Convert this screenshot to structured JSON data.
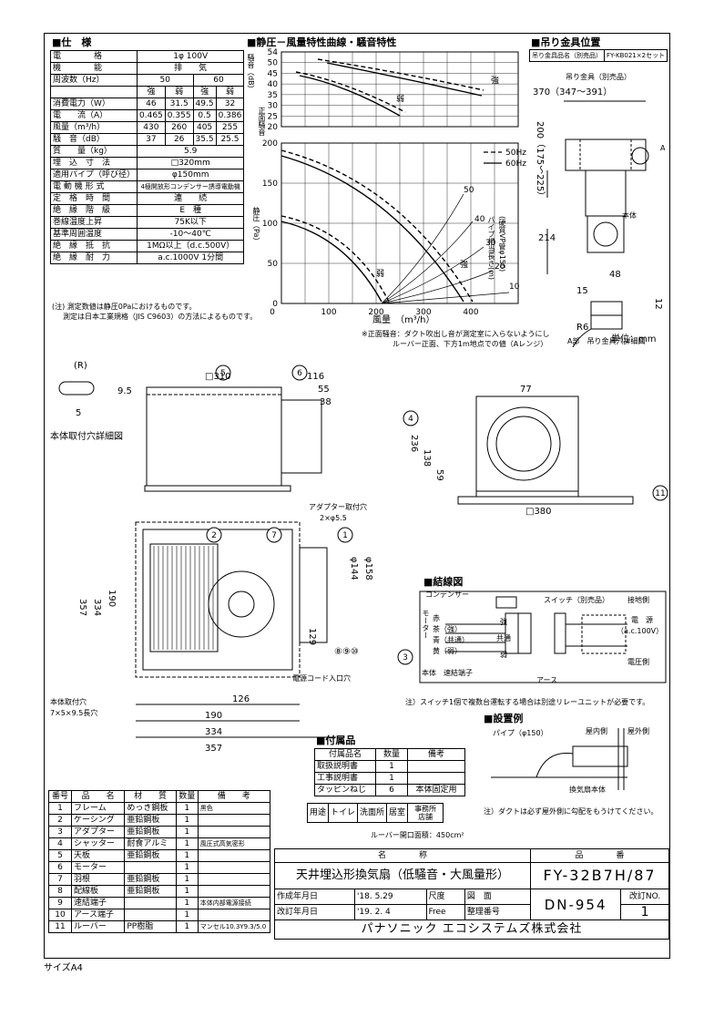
{
  "spec": {
    "heading": "■仕　様",
    "rows": [
      {
        "label": "電　　　　格",
        "values": [
          "1φ 100V"
        ]
      },
      {
        "label": "機　　　　能",
        "values": [
          "排　　気"
        ]
      },
      {
        "label": "周波数（Hz）",
        "values": [
          "50",
          "60"
        ]
      },
      {
        "label": "",
        "values": [
          "強",
          "弱",
          "強",
          "弱"
        ]
      },
      {
        "label": "消費電力（W）",
        "values": [
          "46",
          "31.5",
          "49.5",
          "32"
        ]
      },
      {
        "label": "電　　流（A）",
        "values": [
          "0.465",
          "0.355",
          "0.5",
          "0.386"
        ]
      },
      {
        "label": "風量（m³/h）",
        "values": [
          "430",
          "260",
          "405",
          "255"
        ]
      },
      {
        "label": "騒　音（dB）",
        "values": [
          "37",
          "26",
          "35.5",
          "25.5"
        ]
      },
      {
        "label": "質　　量（kg）",
        "values": [
          "5.9"
        ]
      },
      {
        "label": "埋　込　寸　法",
        "values": [
          "□320mm"
        ]
      },
      {
        "label": "適用パイプ（呼び径）",
        "values": [
          "φ150mm"
        ]
      },
      {
        "label": "電 動 機 形 式",
        "values": [
          "4極開放形コンデンサー誘導電動機"
        ]
      },
      {
        "label": "定　格　時　間",
        "values": [
          "連　　続"
        ]
      },
      {
        "label": "絶　縁　階　級",
        "values": [
          "E　種"
        ]
      },
      {
        "label": "巻線温度上昇",
        "values": [
          "75K以下"
        ]
      },
      {
        "label": "基準周囲温度",
        "values": [
          "-10～40℃"
        ]
      },
      {
        "label": "絶　縁　抵　抗",
        "values": [
          "1MΩ以上（d.c.500V）"
        ]
      },
      {
        "label": "絶　縁　耐　力",
        "values": [
          "a.c.1000V 1分間"
        ]
      }
    ],
    "note1": "(注) 測定数値は静圧0Paにおけるものです。",
    "note2": "測定は日本工業規格（JIS C9603）の方法によるものです。"
  },
  "chart": {
    "heading": "■静圧－風量特性曲線・騒音特性",
    "noise_label": "騒音（dB）",
    "noise_axis_label": "正面騒音",
    "noise_ticks": [
      "54",
      "50",
      "45",
      "40",
      "35",
      "30",
      "25",
      "20"
    ],
    "pressure_label": "静圧（Pa）",
    "pressure_ticks": [
      "200",
      "150",
      "100",
      "50",
      "0"
    ],
    "x_ticks": [
      "0",
      "100",
      "200",
      "300",
      "400"
    ],
    "x_label": "風量　（m³/h）",
    "strong_label": "強",
    "weak_label": "弱",
    "strong_label2": "強",
    "weak_label2": "弱",
    "legend_50": "50Hz",
    "legend_60": "60Hz",
    "pipe_label": "パイプ相当長さ(m)",
    "pipe_sub": "(硬質VP管φ150)",
    "pipe_lengths": [
      "50",
      "40",
      "30",
      "20",
      "10"
    ],
    "note1": "※正面騒音：ダクト吹出し音が測定室に入らないようにし",
    "note2": "ルーバー正面、下方1m地点での値（Aレンジ）",
    "unit": "単位：mm"
  },
  "hanger": {
    "heading": "■吊り金具位置",
    "box_left": "吊り金具品名（別売品）",
    "box_right": "FY-KB021×2セット",
    "label": "吊り金具（別売品）",
    "dim_top": "370（347～391）",
    "dim_side": "200（175～225）",
    "body": "本体",
    "mark_a": "A",
    "dim_214": "214",
    "dim_48": "48",
    "dim_15": "15",
    "dim_12": "12",
    "r6": "R6",
    "caption": "A部　吊り金具穴詳細図"
  },
  "views": {
    "hole_detail": "本体取付穴詳細図",
    "r_label": "(R)",
    "dim_95": "9.5",
    "dim_5": "5",
    "dim_310": "□310",
    "dim_116": "116",
    "dim_55": "55",
    "dim_38": "38",
    "dim_236": "236",
    "dim_138": "138",
    "dim_59": "59",
    "dim_77": "77",
    "dim_380": "□380",
    "adapter_hole": "アダプター取付穴",
    "adapter_dim": "2×φ5.5",
    "dim_144": "φ144",
    "dim_158": "φ158",
    "dim_357": "357",
    "dim_334": "334",
    "dim_190": "190",
    "dim_129": "129",
    "dim_126": "126",
    "dim_190b": "190",
    "dim_334b": "334",
    "dim_357b": "357",
    "power_cord": "電源コード入口穴",
    "mount_hole": "本体取付穴",
    "mount_hole_dim": "7×5×9.5長穴",
    "balloons": [
      "1",
      "2",
      "3",
      "4",
      "5",
      "6",
      "7",
      "8",
      "9",
      "10",
      "11"
    ],
    "balloon_group": "⑧⑨⑩"
  },
  "wiring": {
    "heading": "■結線図",
    "condenser": "コンデンサー",
    "switch": "スイッチ（別売品）",
    "ground_side": "接地側",
    "power": "電　源",
    "power_v": "（a.c.100V）",
    "voltage_side": "電圧側",
    "motor": "モーター",
    "wires": [
      "赤",
      "茶（強）",
      "青（共通）",
      "黄（弱）"
    ],
    "terminals": [
      "強",
      "共通",
      "弱"
    ],
    "body_terminal": "本体　速結端子",
    "earth": "アース",
    "note": "注）スイッチ1個で複数台運転する場合は別途リレーユニットが必要です。"
  },
  "install": {
    "heading": "■設置例",
    "pipe": "パイプ（φ150）",
    "indoor": "屋内側",
    "outdoor": "屋外側",
    "vent": "換気扇本体",
    "note": "注）ダクトは必ず屋外側に勾配をもうけてください。"
  },
  "accessories": {
    "heading": "■付属品",
    "headers": [
      "付属品名",
      "数量",
      "備考"
    ],
    "rows": [
      [
        "取扱説明書",
        "1",
        ""
      ],
      [
        "工事説明書",
        "1",
        ""
      ],
      [
        "タッピンねじ",
        "6",
        "本体固定用"
      ]
    ]
  },
  "usage": {
    "label": "用途",
    "items": [
      "トイレ",
      "洗面所",
      "居室",
      "事務所 店舗"
    ],
    "louver_area": "ルーバー開口面積：450cm²"
  },
  "parts": {
    "headers": [
      "番号",
      "品　　名",
      "材　　質",
      "数量",
      "備　　考"
    ],
    "rows": [
      [
        "1",
        "フレーム",
        "めっき鋼板",
        "1",
        "黒色"
      ],
      [
        "2",
        "ケーシング",
        "亜鉛鋼板",
        "1",
        ""
      ],
      [
        "3",
        "アダプター",
        "亜鉛鋼板",
        "1",
        ""
      ],
      [
        "4",
        "シャッター",
        "耐食アルミ",
        "1",
        "風圧式高気密形"
      ],
      [
        "5",
        "天板",
        "亜鉛鋼板",
        "1",
        ""
      ],
      [
        "6",
        "モーター",
        "",
        "1",
        ""
      ],
      [
        "7",
        "羽根",
        "亜鉛鋼板",
        "1",
        ""
      ],
      [
        "8",
        "配線板",
        "亜鉛鋼板",
        "1",
        ""
      ],
      [
        "9",
        "速結端子",
        "",
        "1",
        "本体内部電源接続"
      ],
      [
        "10",
        "アース端子",
        "",
        "1",
        ""
      ],
      [
        "11",
        "ルーバー",
        "PP樹脂",
        "1",
        "マンセル10.3Y9.3/5.0"
      ]
    ]
  },
  "titleblock": {
    "name_label": "名　　　　称",
    "number_label": "品　　　　番",
    "name": "天井埋込形換気扇（低騒音・大風量形）",
    "model": "FY-32B7H/87",
    "created_label": "作成年月日",
    "created": "'18. 5.29",
    "revised_label": "改訂年月日",
    "revised": "'19. 2. 4",
    "scale_label": "尺度",
    "scale": "Free",
    "drawing_label": "図　面",
    "reg_label": "整理番号",
    "drawing_no": "DN-954",
    "rev_label": "改訂NO.",
    "rev": "1",
    "company": "パナソニック エコシステムズ株式会社"
  },
  "size": "サイズA4"
}
